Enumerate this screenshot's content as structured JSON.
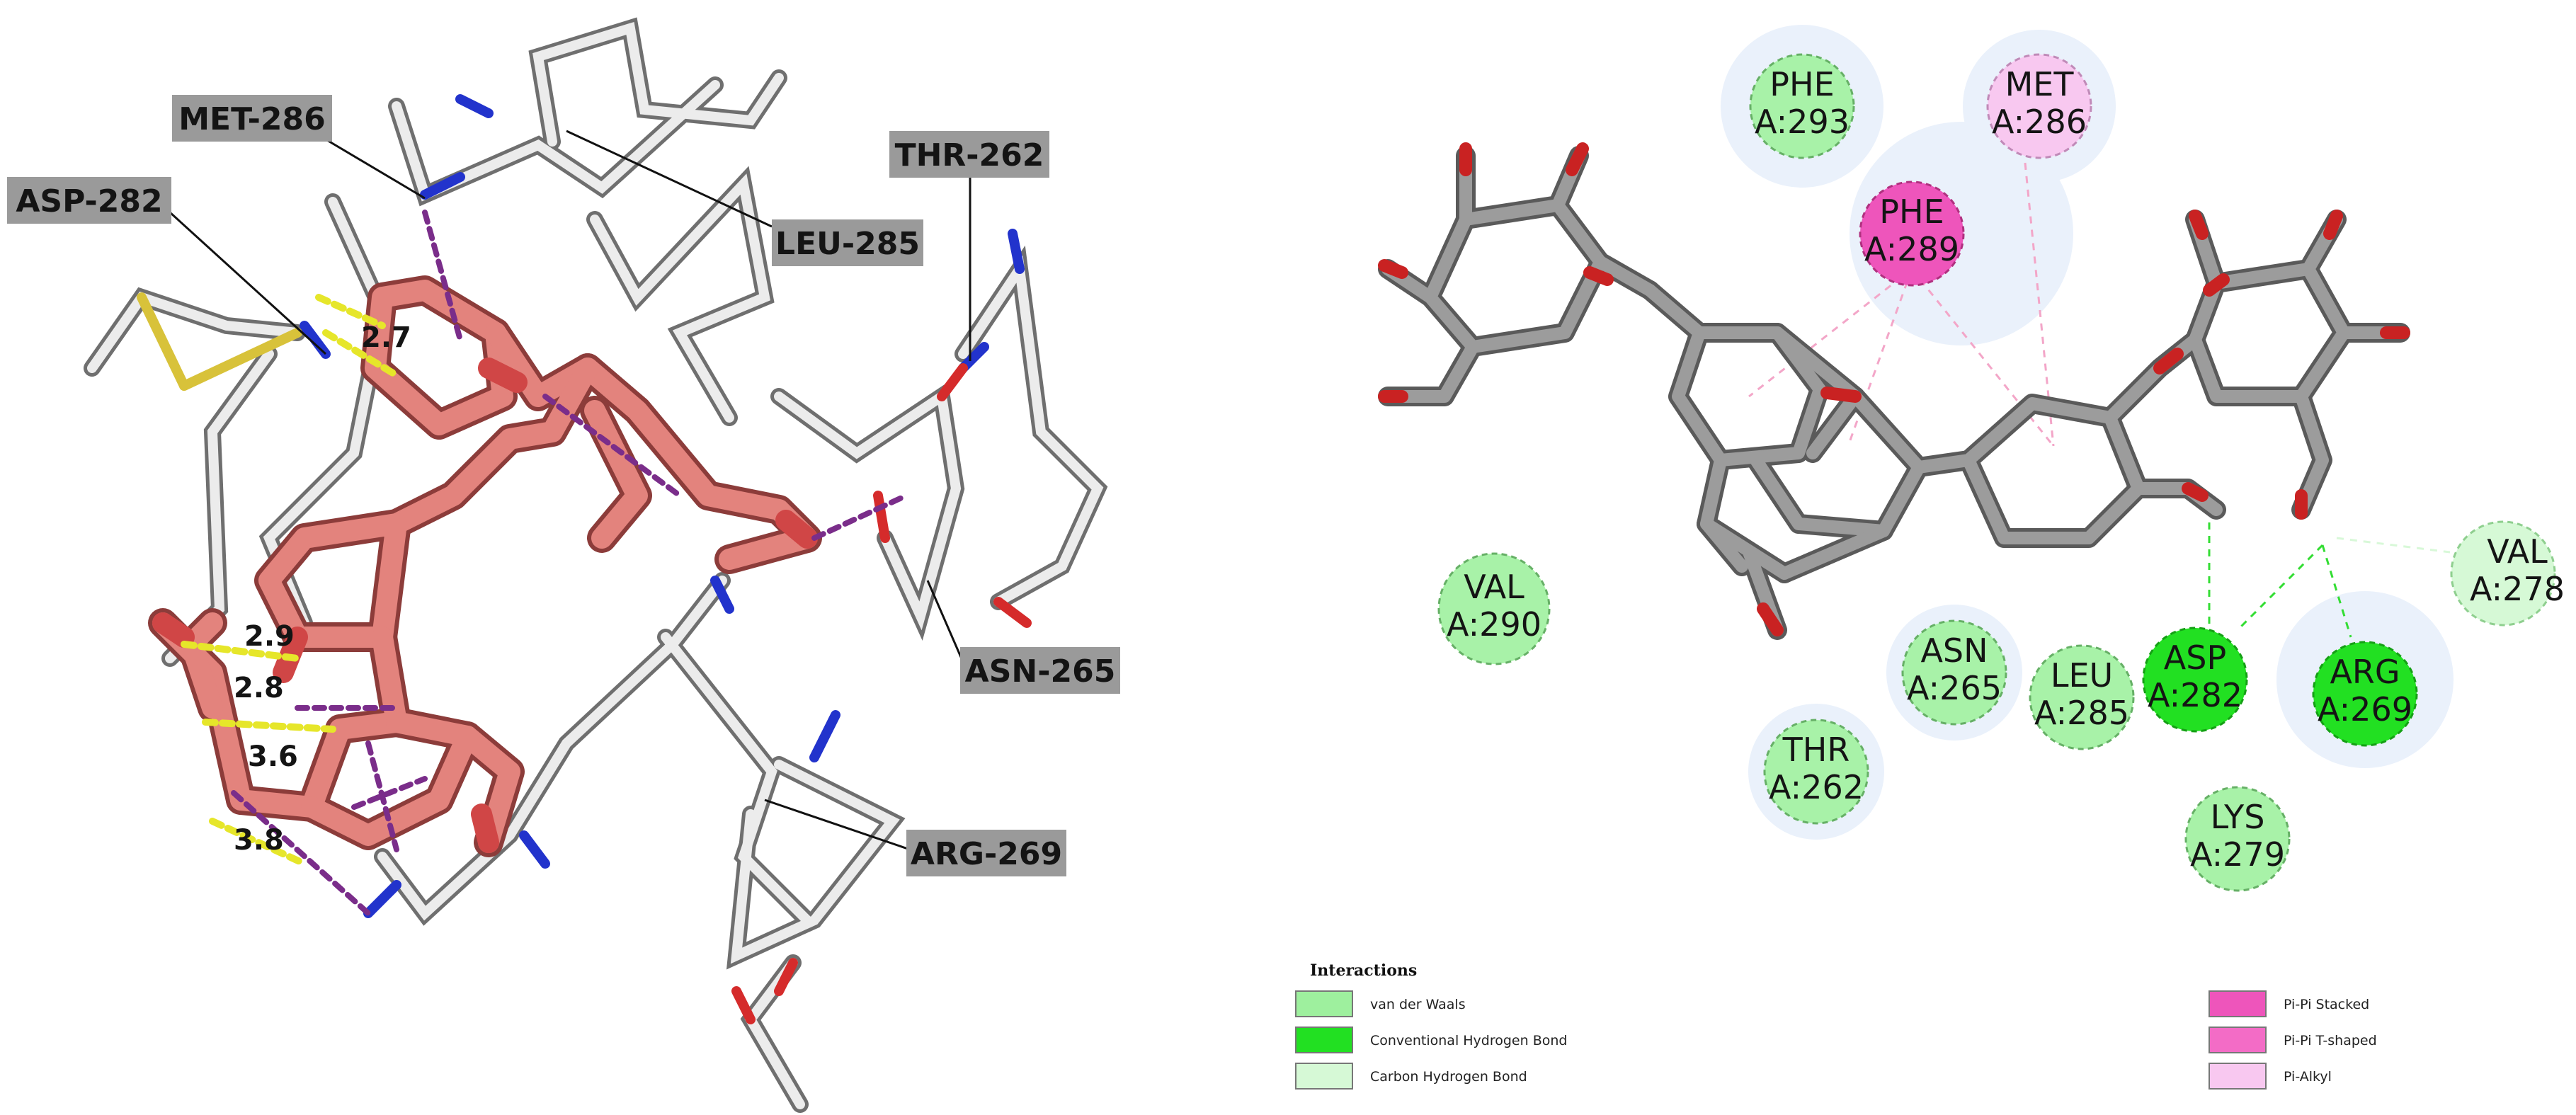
{
  "left_panel": {
    "residue_labels": [
      {
        "text": "MET-286"
      },
      {
        "text": "ASP-282"
      },
      {
        "text": "THR-262"
      },
      {
        "text": "LEU-285"
      },
      {
        "text": "ASN-265"
      },
      {
        "text": "ARG-269"
      }
    ],
    "distance_labels": [
      "2.9",
      "2.8",
      "3.6",
      "3.8",
      "2.7"
    ]
  },
  "right_panel": {
    "residues": [
      {
        "name": "PHE",
        "id": "A:293",
        "type": "van der Waals"
      },
      {
        "name": "MET",
        "id": "A:286",
        "type": "Pi-Alkyl"
      },
      {
        "name": "PHE",
        "id": "A:289",
        "type": "Pi-Pi Stacked"
      },
      {
        "name": "VAL",
        "id": "A:290",
        "type": "van der Waals"
      },
      {
        "name": "ASN",
        "id": "A:265",
        "type": "van der Waals"
      },
      {
        "name": "LEU",
        "id": "A:285",
        "type": "van der Waals"
      },
      {
        "name": "ASP",
        "id": "A:282",
        "type": "Conventional Hydrogen Bond"
      },
      {
        "name": "ARG",
        "id": "A:269",
        "type": "Conventional Hydrogen Bond"
      },
      {
        "name": "VAL",
        "id": "A:278",
        "type": "Carbon Hydrogen Bond"
      },
      {
        "name": "THR",
        "id": "A:262",
        "type": "van der Waals"
      },
      {
        "name": "LYS",
        "id": "A:279",
        "type": "van der Waals"
      }
    ],
    "legend": {
      "title": "Interactions",
      "items": [
        {
          "label": "van der Waals",
          "color": "#9ef09e"
        },
        {
          "label": "Conventional Hydrogen Bond",
          "color": "#22e022"
        },
        {
          "label": "Carbon Hydrogen Bond",
          "color": "#d6f9d6"
        },
        {
          "label": "Pi-Pi Stacked",
          "color": "#ee55bb"
        },
        {
          "label": "Pi-Pi T-shaped",
          "color": "#f36cc6"
        },
        {
          "label": "Pi-Alkyl",
          "color": "#f8c8f0"
        }
      ]
    }
  },
  "colors": {
    "ligand_pink": "#d97470",
    "ligand_bond_gray": "#8a8a8a",
    "oxygen_red": "#d52b2b",
    "nitrogen_blue": "#2233cc",
    "hbond_yellow": "#e6e62a",
    "contact_purple": "#7a2d8a",
    "label_box_gray": "#9a9a9a"
  }
}
